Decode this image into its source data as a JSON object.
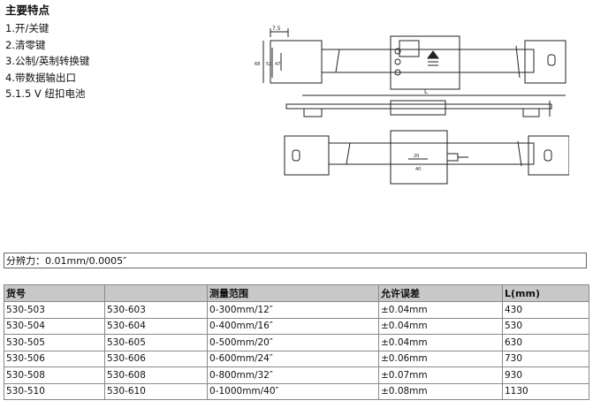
{
  "features": {
    "title": "主要特点",
    "items": [
      "1.开/关键",
      "2.清零键",
      "3.公制/英制转换键",
      "4.带数据输出口",
      "5.1.5 V 纽扣电池"
    ]
  },
  "drawing": {
    "dim_top": "7.5",
    "dim_length": "L",
    "dim_small_a": "20",
    "dim_small_b": "40",
    "side_labels": [
      "68",
      "52",
      "47"
    ]
  },
  "resolution": "分辨力：0.01mm/0.0005″",
  "table": {
    "headers": [
      "货号",
      "",
      "测量范围",
      "允许误差",
      "L(mm)"
    ],
    "rows": [
      [
        "530-503",
        "530-603",
        "0-300mm/12″",
        "±0.04mm",
        "430"
      ],
      [
        "530-504",
        "530-604",
        "0-400mm/16″",
        "±0.04mm",
        "530"
      ],
      [
        "530-505",
        "530-605",
        "0-500mm/20″",
        "±0.04mm",
        "630"
      ],
      [
        "530-506",
        "530-606",
        "0-600mm/24″",
        "±0.06mm",
        "730"
      ],
      [
        "530-508",
        "530-608",
        "0-800mm/32″",
        "±0.07mm",
        "930"
      ],
      [
        "530-510",
        "530-610",
        "0-1000mm/40″",
        "±0.08mm",
        "1130"
      ]
    ]
  }
}
